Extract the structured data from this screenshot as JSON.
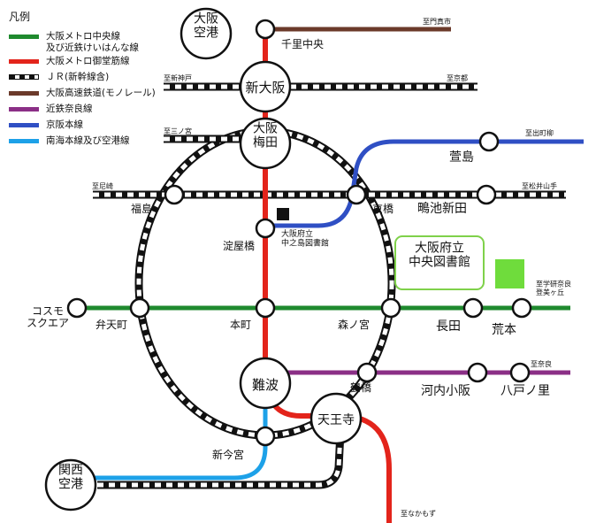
{
  "legend": {
    "title": "凡例",
    "items": [
      {
        "label": "大阪メトロ中央線\n及び近鉄けいはんな線",
        "color": "#1f8a2e",
        "style": "solid"
      },
      {
        "label": "大阪メトロ御堂筋線",
        "color": "#e3241b",
        "style": "solid"
      },
      {
        "label": "ＪＲ(新幹線含)",
        "color": "#111111",
        "style": "jr"
      },
      {
        "label": "大阪高速鉄道(モノレール)",
        "color": "#6b3a2a",
        "style": "solid"
      },
      {
        "label": "近鉄奈良線",
        "color": "#8b2f86",
        "style": "solid"
      },
      {
        "label": "京阪本線",
        "color": "#2f4fc4",
        "style": "solid"
      },
      {
        "label": "南海本線及び空港線",
        "color": "#1da1e8",
        "style": "solid"
      }
    ]
  },
  "stations": {
    "osaka_airport": "大阪\n空港",
    "senri_chuo": "千里中央",
    "shin_osaka": "新大阪",
    "umeda": "大阪\n梅田",
    "fukushima": "福島",
    "yodoyabashi": "淀屋橋",
    "kyobashi": "京橋",
    "shigino": "鴫池新田",
    "kayashima": "萱島",
    "bentencho": "弁天町",
    "honmachi": "本町",
    "morinomiya": "森ノ宮",
    "nagata": "長田",
    "aramoto": "荒本",
    "cosmo": "コスモ\nスクエア",
    "namba": "難波",
    "tsuruhashi": "鶴橋",
    "kawachi": "河内小阪",
    "yaenosato": "八戸ノ里",
    "tennoji": "天王寺",
    "shinimamiya": "新今宮",
    "kansai_airport": "関西\n空港"
  },
  "directions": {
    "to_kadoma": "至門真市",
    "to_shinkobe": "至新神戸",
    "to_kyoto": "至京都",
    "to_sannomiya": "至三ノ宮",
    "to_demachi": "至出町柳",
    "to_amagasaki": "至尼崎",
    "to_matsuiyamate": "至松井山手",
    "to_gakken": "至学研奈良\n登美ヶ丘",
    "to_nara": "至奈良",
    "to_nakamozu": "至なかもず"
  },
  "library": {
    "small_label": "大阪府立\n中之島図書館",
    "big_label": "大阪府立\n中央図書館",
    "small_marker_color": "#111111",
    "big_marker_color": "#6fdc3c"
  },
  "colors": {
    "chuo": "#1f8a2e",
    "midosuji": "#e3241b",
    "monorail": "#6b3a2a",
    "kintetsu_nara": "#8b2f86",
    "keihan": "#2f4fc4",
    "nankai": "#1da1e8",
    "jr": "#111111"
  }
}
